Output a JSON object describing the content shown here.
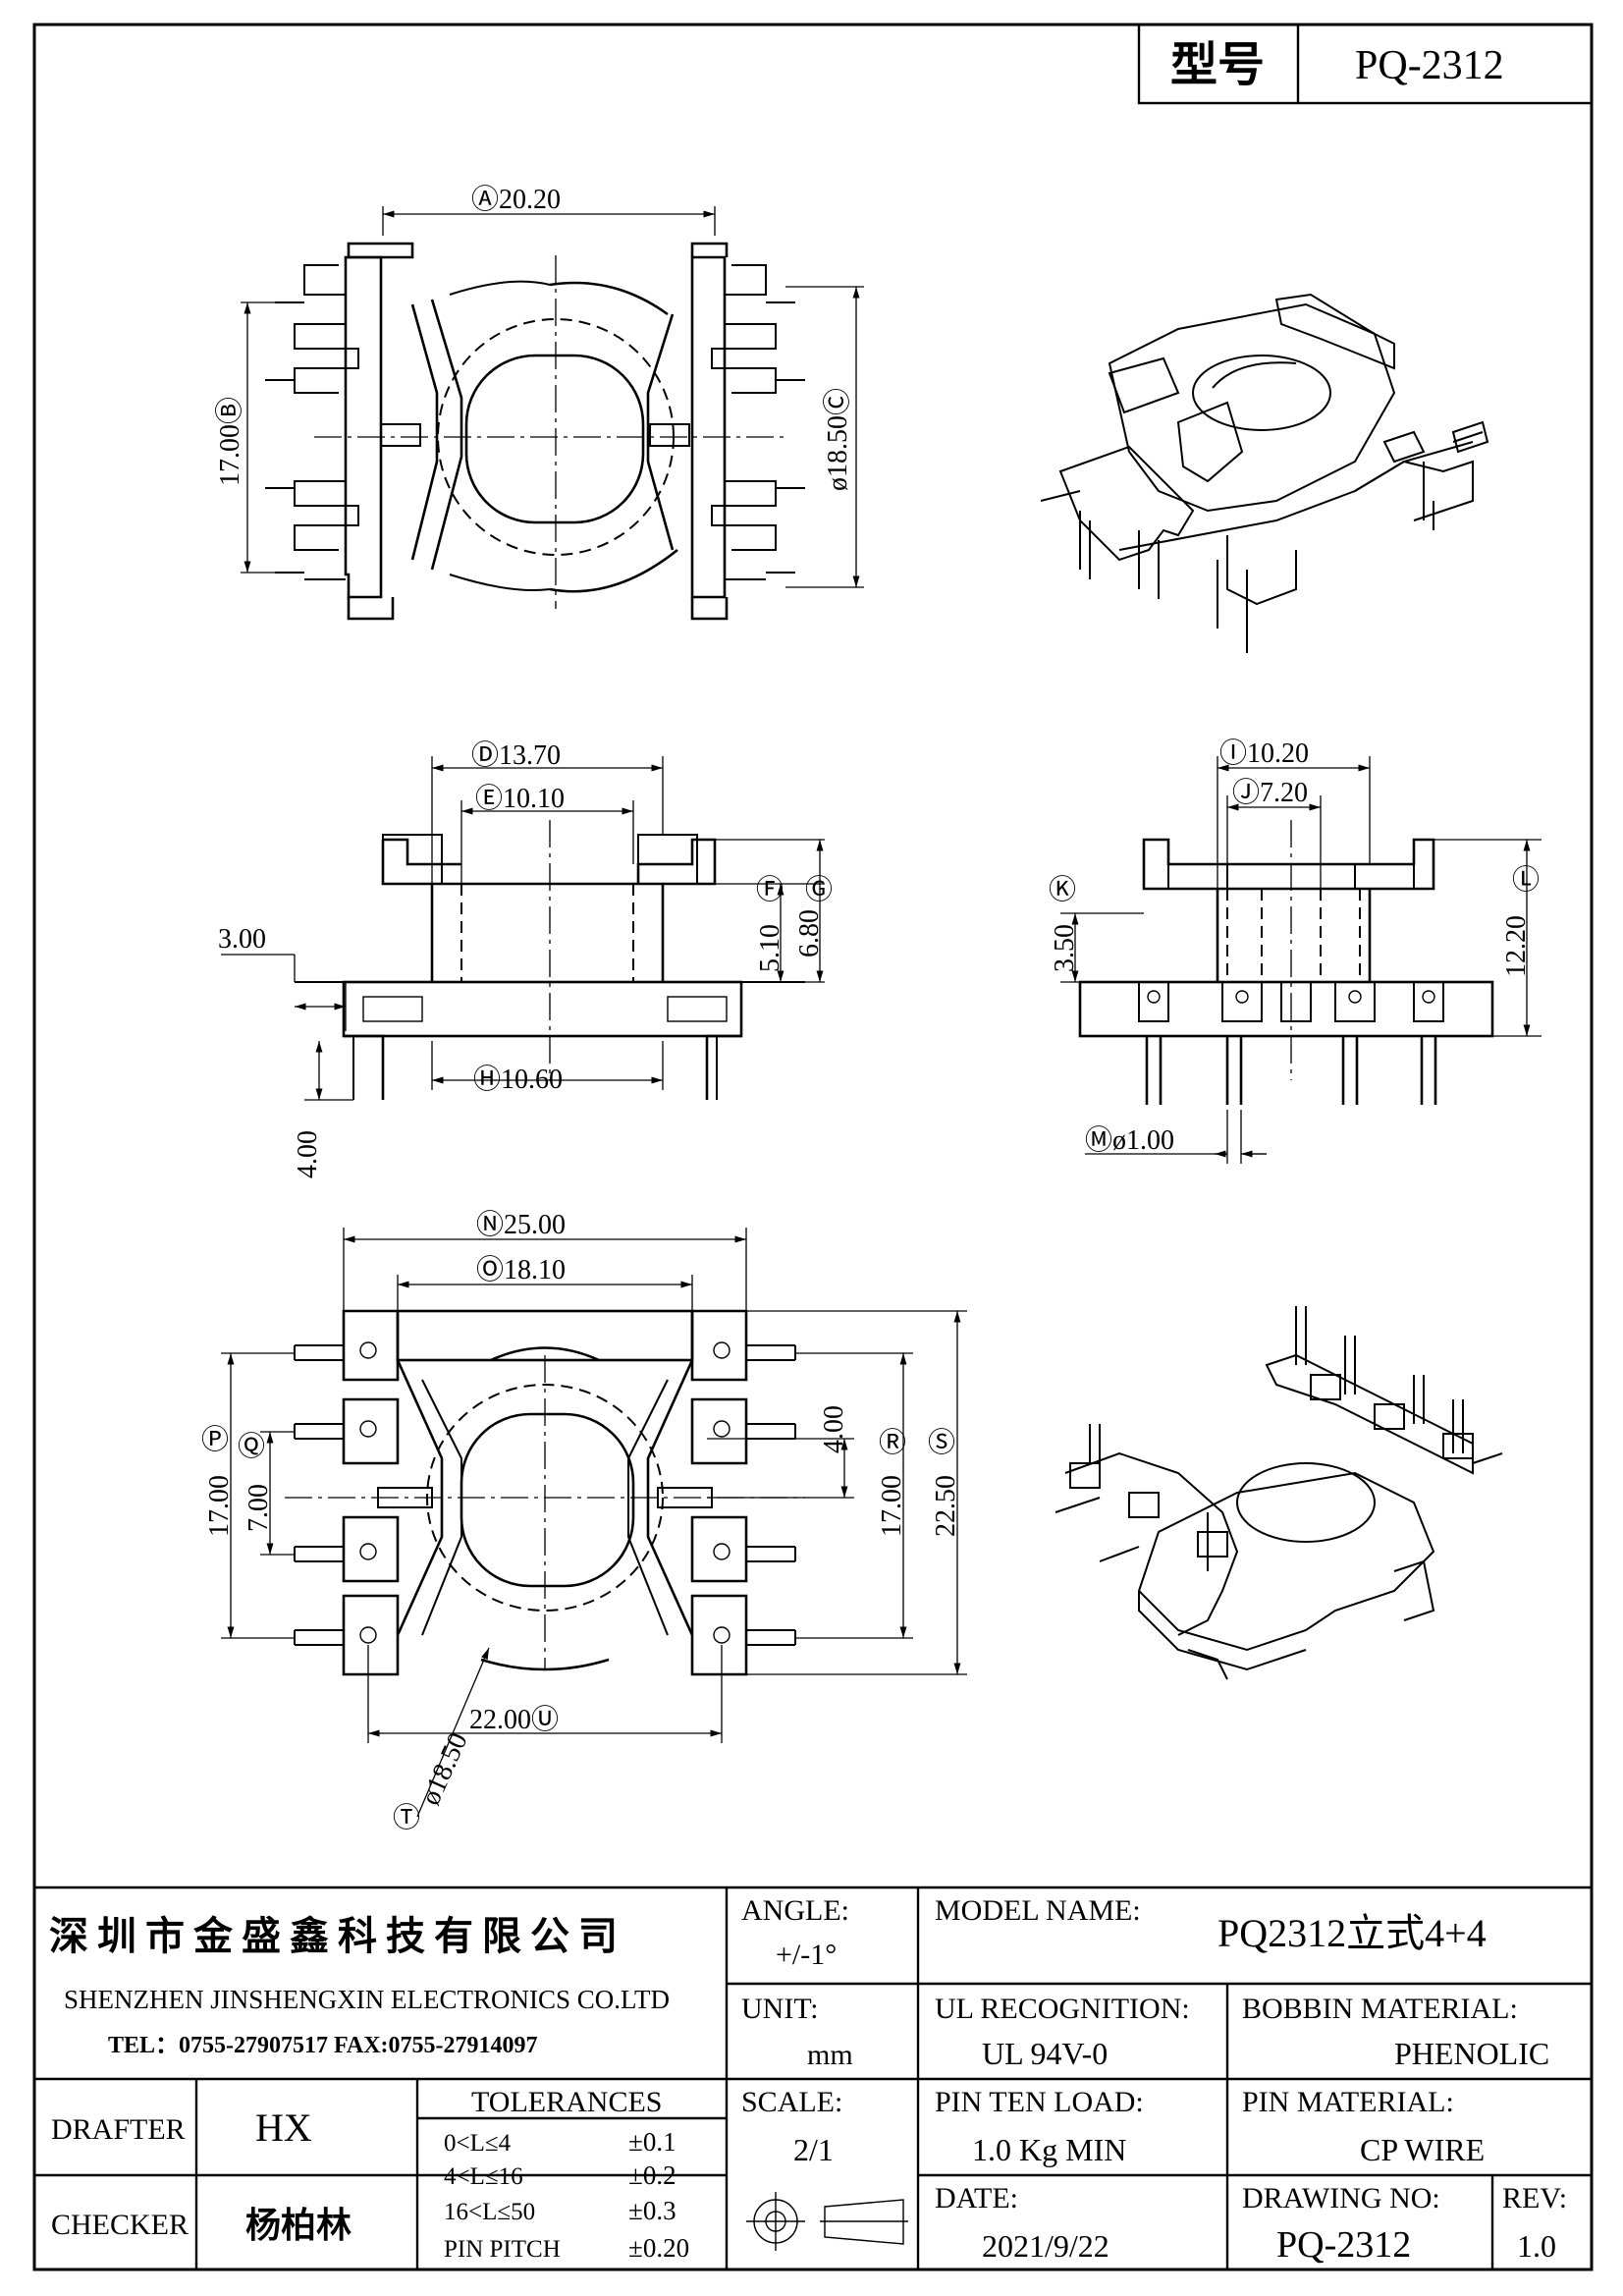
{
  "title_block_top": {
    "model_label": "型号",
    "model_value": "PQ-2312"
  },
  "views": {
    "top": {
      "A": "Ⓐ20.20",
      "B": "17.00Ⓑ",
      "C": "ø18.50Ⓒ"
    },
    "front": {
      "D": "Ⓓ13.70",
      "E": "Ⓔ10.10",
      "F_val": "5.10",
      "F_tag": "Ⓕ",
      "G_val": "6.80",
      "G_tag": "Ⓖ",
      "H": "Ⓗ10.60",
      "d300": "3.00",
      "d400": "4.00"
    },
    "side": {
      "I": "Ⓘ10.20",
      "J": "Ⓙ7.20",
      "K_val": "3.50",
      "K_tag": "Ⓚ",
      "L_val": "12.20",
      "L_tag": "Ⓛ",
      "M": "Ⓜø1.00"
    },
    "bottom": {
      "N": "Ⓝ25.00",
      "O": "Ⓞ18.10",
      "P_val": "17.00",
      "P_tag": "Ⓟ",
      "Q_val": "7.00",
      "Q_tag": "Ⓠ",
      "R_val": "17.00",
      "R_tag": "Ⓡ",
      "S_val": "22.50",
      "S_tag": "Ⓢ",
      "d400": "4.00",
      "U": "22.00Ⓤ",
      "T_val": "ø18.50",
      "T_tag": "Ⓣ"
    }
  },
  "company": {
    "name_cn": "深圳市金盛鑫科技有限公司",
    "name_en": "SHENZHEN JINSHENGXIN ELECTRONICS CO.LTD",
    "contact": "TEL：0755-27907517  FAX:0755-27914097"
  },
  "title_block": {
    "angle_label": "ANGLE:",
    "angle_value": "+/-1°",
    "model_name_label": "MODEL NAME:",
    "model_name_value": "PQ2312立式4+4",
    "unit_label": "UNIT:",
    "unit_value": "mm",
    "ul_label": "UL RECOGNITION:",
    "ul_value": "UL 94V-0",
    "bobbin_label": "BOBBIN MATERIAL:",
    "bobbin_value": "PHENOLIC",
    "drafter_label": "DRAFTER",
    "drafter_value": "HX",
    "tolerances_label": "TOLERANCES",
    "tolerances": [
      {
        "range": "0<L≤4",
        "value": "±0.1"
      },
      {
        "range": "4<L≤16",
        "value": "±0.2"
      },
      {
        "range": "16<L≤50",
        "value": "±0.3"
      },
      {
        "range": "PIN PITCH",
        "value": "±0.20"
      }
    ],
    "scale_label": "SCALE:",
    "scale_value": "2/1",
    "pin_load_label": "PIN TEN LOAD:",
    "pin_load_value": "1.0 Kg MIN",
    "pin_material_label": "PIN MATERIAL:",
    "pin_material_value": "CP WIRE",
    "checker_label": "CHECKER",
    "checker_value": "杨柏林",
    "date_label": "DATE:",
    "date_value": "2021/9/22",
    "drawing_no_label": "DRAWING NO:",
    "drawing_no_value": "PQ-2312",
    "rev_label": "REV:",
    "rev_value": "1.0"
  }
}
